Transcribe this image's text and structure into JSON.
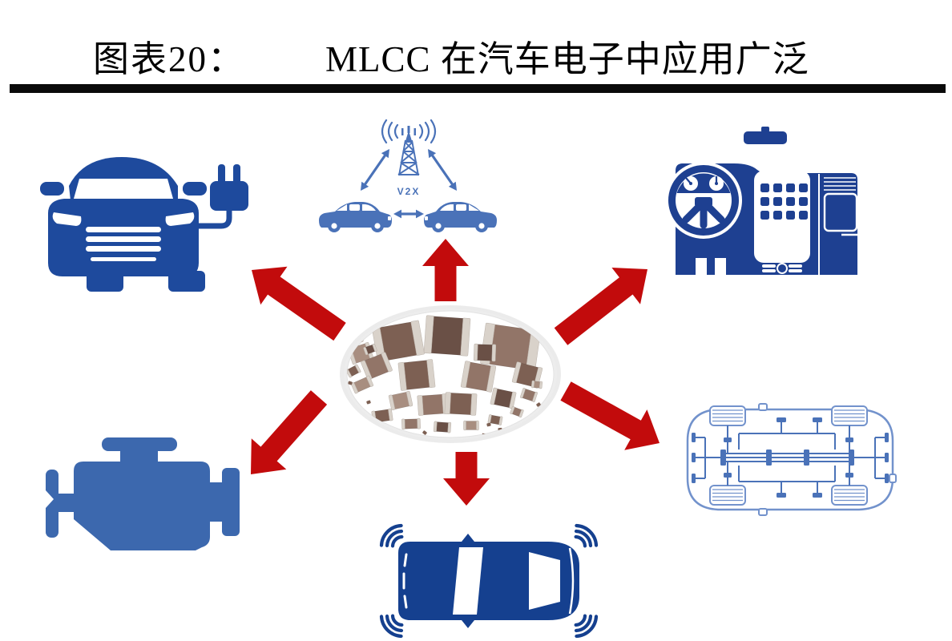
{
  "header": {
    "figure_label": "图表20：",
    "title": "MLCC 在汽车电子中应用广泛"
  },
  "diagram": {
    "center_icon": "mlcc-ceramic-capacitor-chips-photo",
    "v2x_label": "V2X",
    "icon_names": [
      "ev-charging-car-icon",
      "v2x-communication-icon",
      "car-dashboard-infotainment-icon",
      "engine-icon",
      "car-chassis-wiring-icon",
      "car-parking-sensors-icon"
    ],
    "colors": {
      "arrow_red": "#c20b0c",
      "ev_blue": "#1e4a9d",
      "navy_blue": "#1e4091",
      "sensor_blue": "#15408f",
      "engine_blue": "#3c68ae",
      "v2x_blue": "#4a72b8",
      "chassis_outline_blue": "#7292cc",
      "chassis_wiring_blue": "#4a72b8",
      "rule_black": "#0a0a0a"
    }
  }
}
